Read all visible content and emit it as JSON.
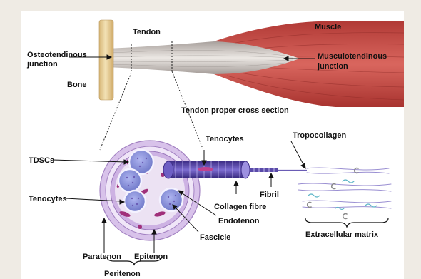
{
  "labels": {
    "tendon": "Tendon",
    "muscle": "Muscle",
    "osteotendinous": [
      "Osteotendinous",
      "junction"
    ],
    "bone": "Bone",
    "musculotendinous": [
      "Musculotendinous",
      "junction"
    ],
    "cross_section": "Tendon proper cross section",
    "tenocytes_top": "Tenocytes",
    "tropocollagen": "Tropocollagen",
    "tdscs": "TDSCs",
    "tenocytes_left": "Tenocytes",
    "fibril": "Fibril",
    "collagen_fibre": "Collagen fibre",
    "endotenon": "Endotenon",
    "fascicle": "Fascicle",
    "extracellular_matrix": "Extracellular matrix",
    "paratenon": "Paratenon",
    "epitenon": "Epitenon",
    "peritenon": "Peritenon"
  },
  "colors": {
    "background": "#efebe4",
    "panel": "#ffffff",
    "bone": "#e9d3a0",
    "muscle": "#c8504a",
    "tendon": "#d6d0cc",
    "sheath": "#b79ad0",
    "fascicle": "#8b93d8",
    "cell": "#a0307a",
    "fibre": "#4c3a9a"
  }
}
